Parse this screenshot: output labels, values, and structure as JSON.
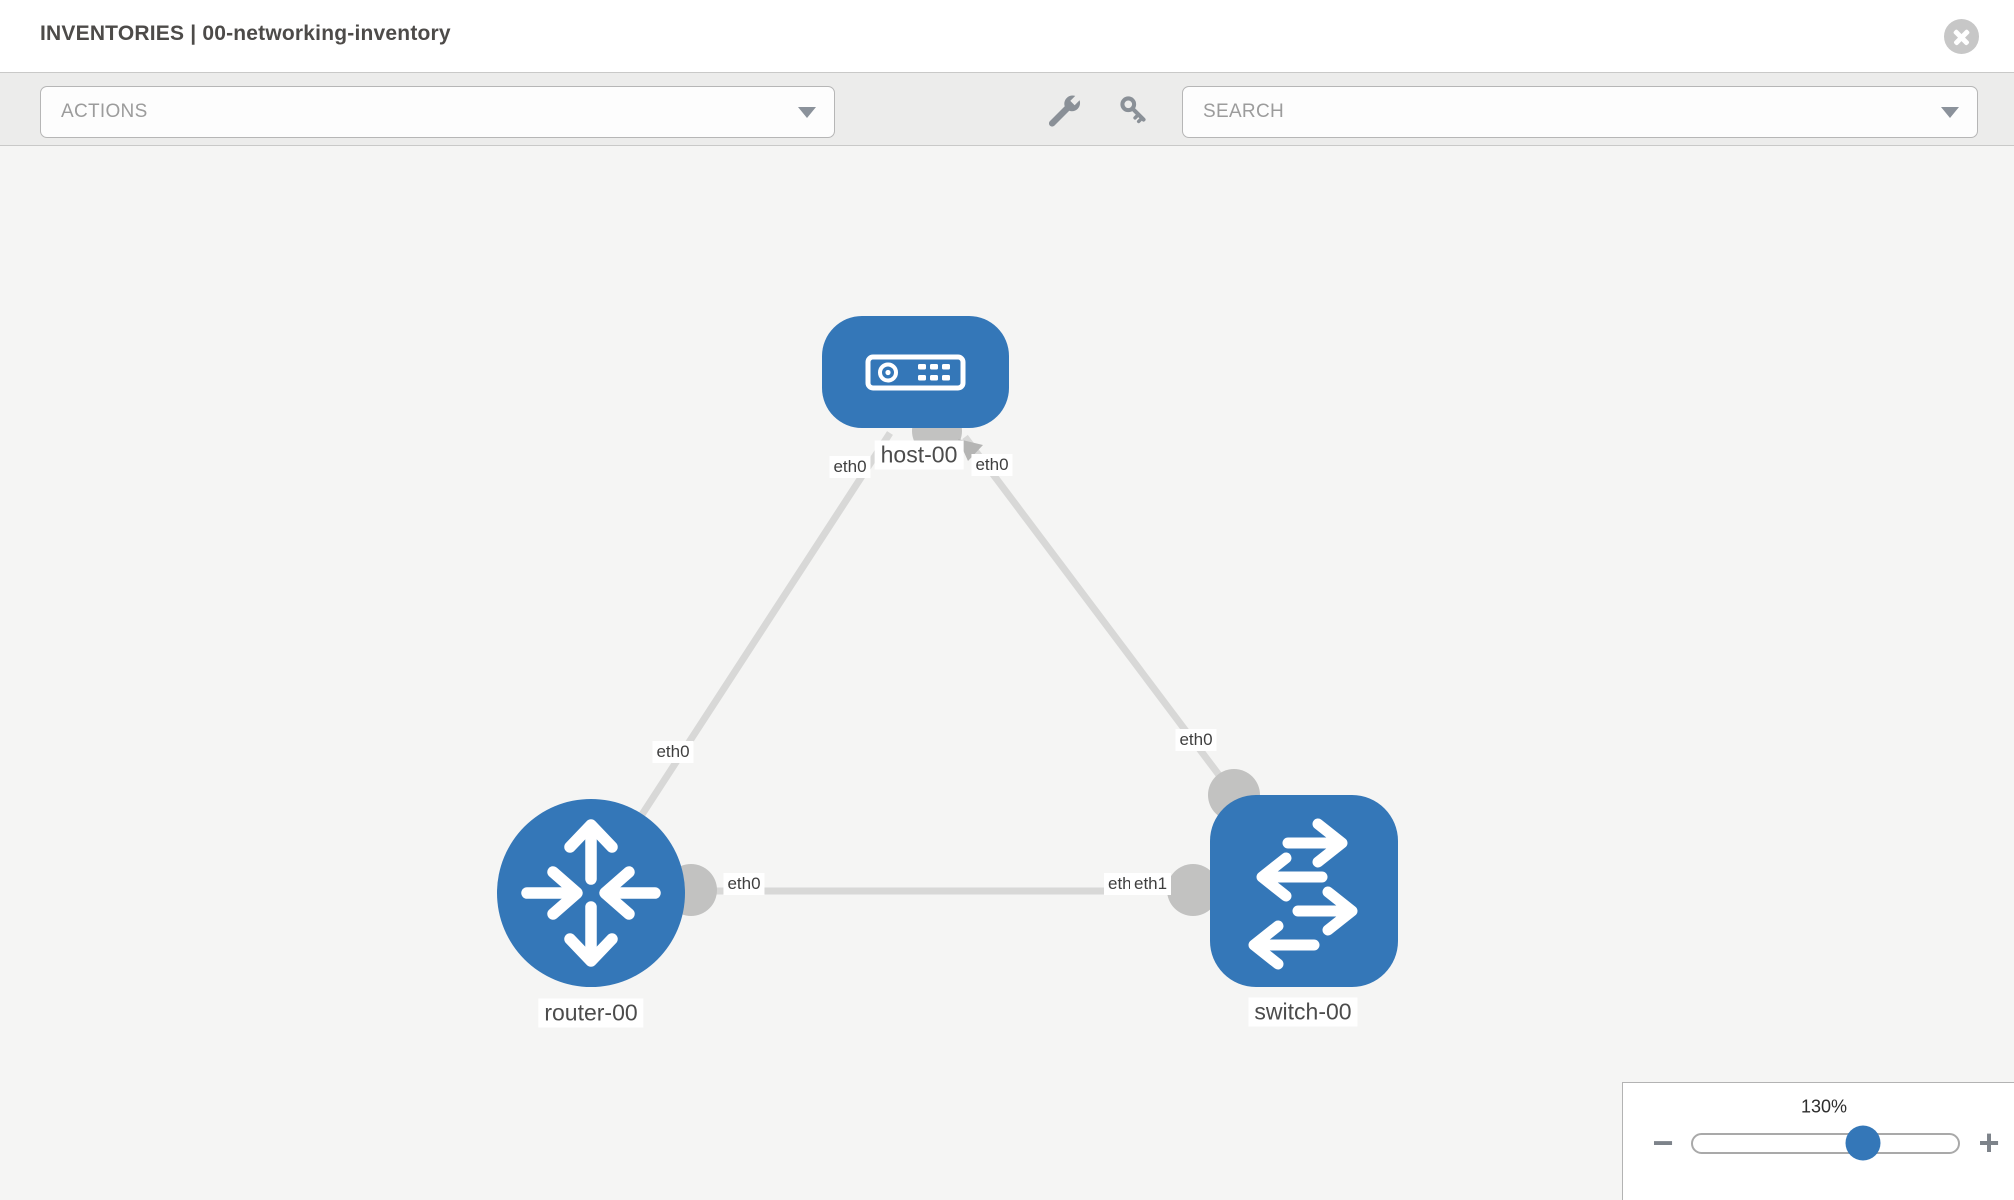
{
  "header": {
    "title": "INVENTORIES | 00-networking-inventory"
  },
  "toolbar": {
    "actions_placeholder": "ACTIONS",
    "search_placeholder": "SEARCH"
  },
  "topology": {
    "nodes": [
      {
        "id": "host-00",
        "type": "host",
        "label": "host-00"
      },
      {
        "id": "router-00",
        "type": "router",
        "label": "router-00"
      },
      {
        "id": "switch-00",
        "type": "switch",
        "label": "switch-00"
      }
    ],
    "links": [
      {
        "from": "host-00",
        "from_if": "eth0",
        "to": "router-00",
        "to_if": "eth0"
      },
      {
        "from": "host-00",
        "from_if": "eth0",
        "to": "switch-00",
        "to_if": "eth0"
      },
      {
        "from": "router-00",
        "from_if": "eth0",
        "to": "switch-00",
        "to_if": "eth1"
      }
    ],
    "labels": {
      "host": "host-00",
      "router": "router-00",
      "switch": "switch-00",
      "if_host_left": "eth0",
      "if_host_right": "eth0",
      "if_mid_left": "eth0",
      "if_mid_right": "eth0",
      "if_router_right": "eth0",
      "if_switch_under": "eth0",
      "if_switch_top": "eth1"
    },
    "colors": {
      "node_blue": "#3477b8",
      "link_gray": "#d8d8d7",
      "port_gray": "#c2c2c1"
    }
  },
  "zoom_control": {
    "level": "130%",
    "minus_label": "−",
    "plus_label": "+"
  }
}
